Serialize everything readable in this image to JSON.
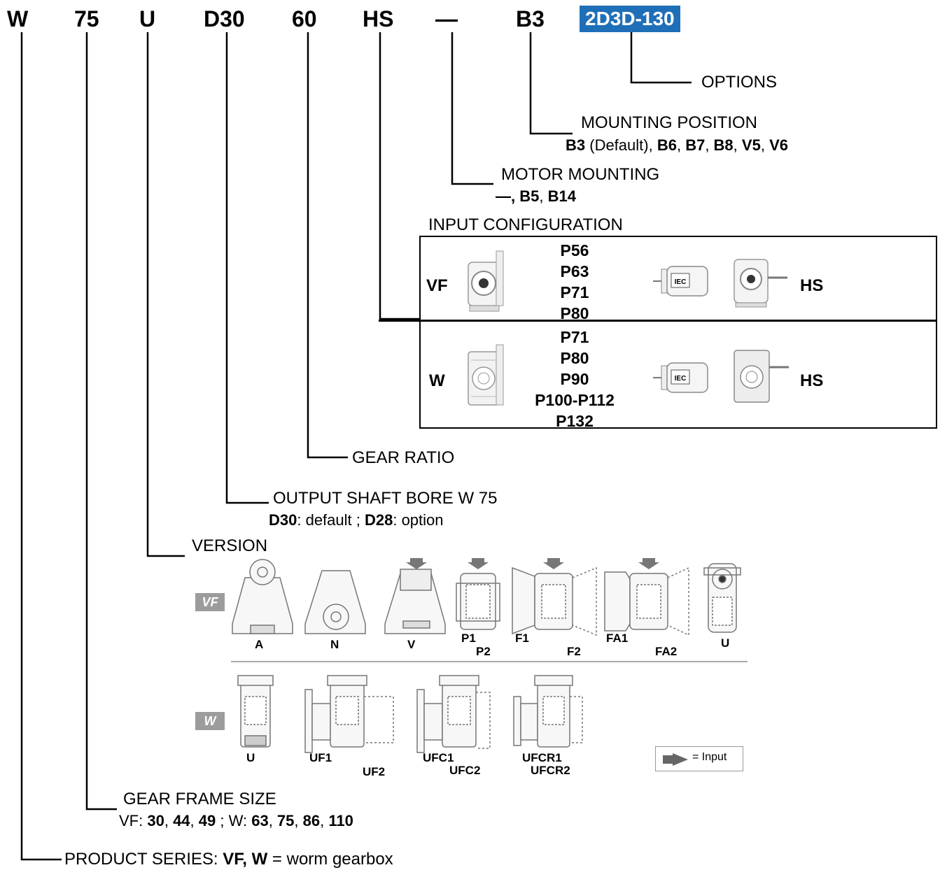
{
  "code": {
    "series": "W",
    "size": "75",
    "version": "U",
    "bore": "D30",
    "ratio": "60",
    "input": "HS",
    "motor": "—",
    "mounting": "B3",
    "options": "2D3D-130"
  },
  "labels": {
    "options": "OPTIONS",
    "mounting_position": "MOUNTING POSITION",
    "mounting_values": {
      "b3": "B3",
      "b3_note": " (Default), ",
      "b6": "B6",
      "b7": "B7",
      "b8": "B8",
      "v5": "V5",
      "v6": "V6",
      "sep": ", "
    },
    "motor_mounting": "MOTOR MOUNTING",
    "motor_values": {
      "dash": "—, ",
      "b5": "B5",
      "sep": ", ",
      "b14": "B14"
    },
    "input_configuration": "INPUT CONFIGURATION",
    "gear_ratio": "GEAR RATIO",
    "output_shaft": "OUTPUT SHAFT BORE W 75",
    "output_values": {
      "d30": "D30",
      "d30_note": ": default ; ",
      "d28": "D28",
      "d28_note": ": option"
    },
    "version": "VERSION",
    "gear_frame_size": "GEAR FRAME SIZE",
    "frame_values": {
      "vf_prefix": "VF: ",
      "vf30": "30",
      "vf44": "44",
      "vf49": "49",
      "w_prefix": " ; W: ",
      "w63": "63",
      "w75": "75",
      "w86": "86",
      "w110": "110",
      "sep": ", "
    },
    "product_series": "PRODUCT SERIES: ",
    "product_values": {
      "vfw": "VF, W",
      "note": " = worm gearbox"
    }
  },
  "input_config": {
    "vf": {
      "label": "VF",
      "options": [
        "P56",
        "P63",
        "P71",
        "P80"
      ],
      "right_label": "HS",
      "motor_badge": "IEC"
    },
    "w": {
      "label": "W",
      "options": [
        "P71",
        "P80",
        "P90",
        "P100-P112",
        "P132"
      ],
      "right_label": "HS",
      "motor_badge": "IEC"
    }
  },
  "versions": {
    "vf_tag": "VF",
    "w_tag": "W",
    "vf": [
      "A",
      "N",
      "V",
      "P1",
      "P2",
      "F1",
      "F2",
      "FA1",
      "FA2",
      "U"
    ],
    "w": [
      "U",
      "UF1",
      "UF2",
      "UFC1",
      "UFC2",
      "UFCR1",
      "UFCR2"
    ]
  },
  "legend": {
    "text": "= Input",
    "icon": "arrow-down-icon"
  },
  "colors": {
    "highlight": "#1f6fb8",
    "tag_gray": "#9c9c9c"
  }
}
